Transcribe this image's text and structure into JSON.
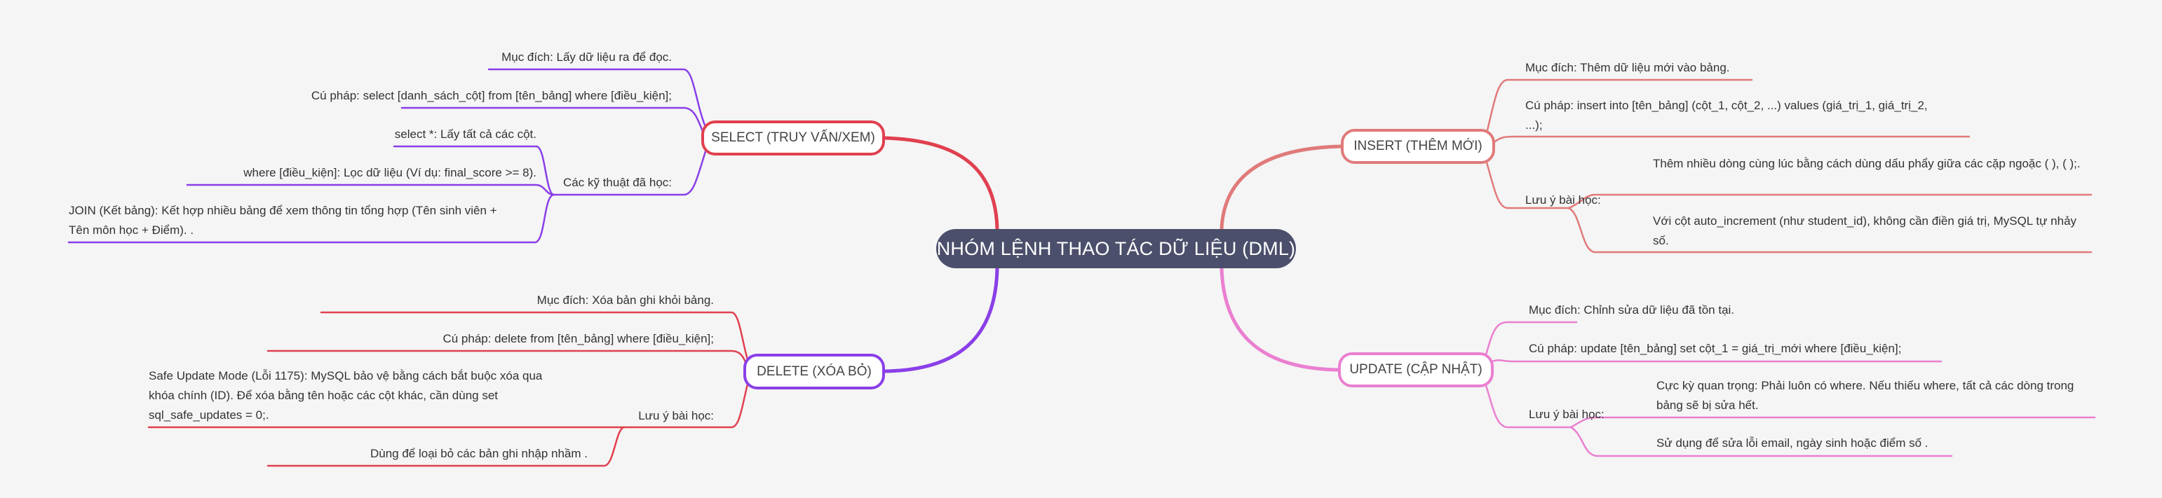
{
  "colors": {
    "background": "#f5f5f5",
    "root": "#4b4f6b",
    "select_node": "#e0404f",
    "select_lines": "#8a3fe8",
    "delete_node": "#8a3fe8",
    "delete_lines": "#e0404f",
    "insert": "#e07a7a",
    "update": "#ea7fd0"
  },
  "root": {
    "label": "NHÓM LỆNH THAO TÁC DỮ LIỆU (DML)"
  },
  "select": {
    "label": "SELECT (TRUY VẤN/XEM)",
    "purpose": "Mục đích: Lấy dữ liệu ra để đọc.",
    "syntax": "Cú pháp: select [danh_sách_cột] from [tên_bảng] where [điều_kiện];",
    "techniques_label": "Các kỹ thuật đã học:",
    "techniques": [
      "select *: Lấy tất cả các cột.",
      "where [điều_kiện]: Lọc dữ liệu (Ví dụ: final_score >= 8).",
      "JOIN (Kết bảng): Kết hợp nhiều bảng để xem thông tin tổng hợp (Tên sinh viên + Tên môn học + Điểm). ."
    ]
  },
  "delete": {
    "label": "DELETE (XÓA BỎ)",
    "purpose": "Mục đích: Xóa bản ghi khỏi bảng.",
    "syntax": "Cú pháp: delete from [tên_bảng] where [điều_kiện];",
    "notes_label": "Lưu ý bài học:",
    "notes": [
      "Safe Update Mode (Lỗi 1175): MySQL bảo vệ bằng cách bắt buộc xóa qua khóa chính (ID). Để xóa bằng tên hoặc các cột khác, cần dùng set sql_safe_updates = 0;.",
      "Dùng để loại bỏ các bản ghi nhập nhầm ."
    ]
  },
  "insert": {
    "label": "INSERT (THÊM MỚI)",
    "purpose": "Mục đích: Thêm dữ liệu mới vào bảng.",
    "syntax": "Cú pháp: insert into [tên_bảng] (cột_1, cột_2, ...) values (giá_trị_1, giá_trị_2, ...);",
    "notes_label": "Lưu ý bài học:",
    "notes": [
      "Thêm nhiều dòng cùng lúc bằng cách dùng dấu phẩy giữa các cặp ngoặc ( ), ( );.",
      "Với cột auto_increment (như student_id), không cần điền giá trị, MySQL tự nhảy số."
    ]
  },
  "update": {
    "label": "UPDATE (CẬP NHẬT)",
    "purpose": "Mục đích: Chỉnh sửa dữ liệu đã tồn tại.",
    "syntax": "Cú pháp: update [tên_bảng] set cột_1 = giá_trị_mới where [điều_kiện];",
    "notes_label": "Lưu ý bài học:",
    "notes": [
      "Cực kỳ quan trọng: Phải luôn có where. Nếu thiếu where, tất cả các dòng trong bảng sẽ bị sửa hết.",
      "Sử dụng để sửa lỗi email, ngày sinh hoặc điểm số ."
    ]
  }
}
